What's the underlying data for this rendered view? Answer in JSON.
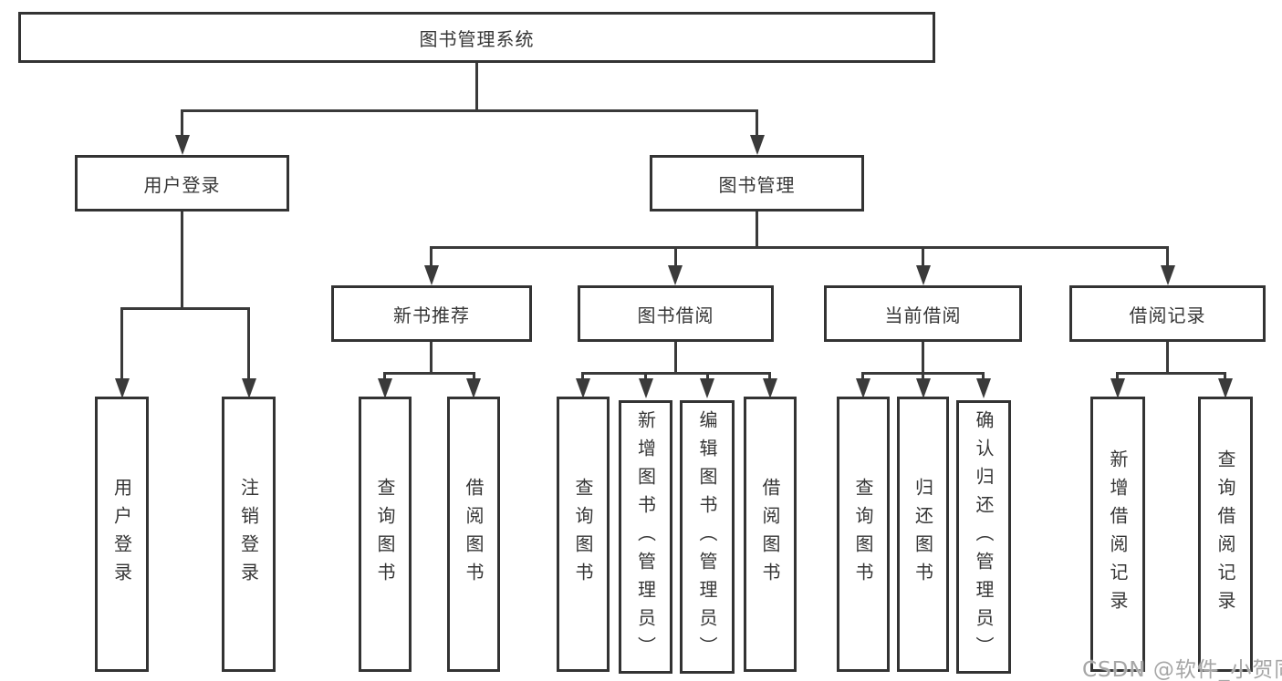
{
  "diagram": {
    "root": {
      "label": "图书管理系统",
      "children": [
        {
          "label": "用户登录",
          "children": [
            {
              "label": "用户登录"
            },
            {
              "label": "注销登录"
            }
          ]
        },
        {
          "label": "图书管理",
          "children": [
            {
              "label": "新书推荐",
              "children": [
                {
                  "label": "查询图书"
                },
                {
                  "label": "借阅图书"
                }
              ]
            },
            {
              "label": "图书借阅",
              "children": [
                {
                  "label": "查询图书"
                },
                {
                  "label": "新增图书（管理员）"
                },
                {
                  "label": "编辑图书（管理员）"
                },
                {
                  "label": "借阅图书"
                }
              ]
            },
            {
              "label": "当前借阅",
              "children": [
                {
                  "label": "查询图书"
                },
                {
                  "label": "归还图书"
                },
                {
                  "label": "确认归还（管理员）"
                }
              ]
            },
            {
              "label": "借阅记录",
              "children": [
                {
                  "label": "新增借阅记录"
                },
                {
                  "label": "查询借阅记录"
                }
              ]
            }
          ]
        }
      ]
    }
  },
  "watermark": {
    "text": "CSDN @软件_小贺同学"
  },
  "colors": {
    "background": "#ffffff",
    "box_border": "#333333",
    "connector_line": "#3a3a3a",
    "text": "#363636",
    "watermark_text": "#a6a6a6"
  }
}
